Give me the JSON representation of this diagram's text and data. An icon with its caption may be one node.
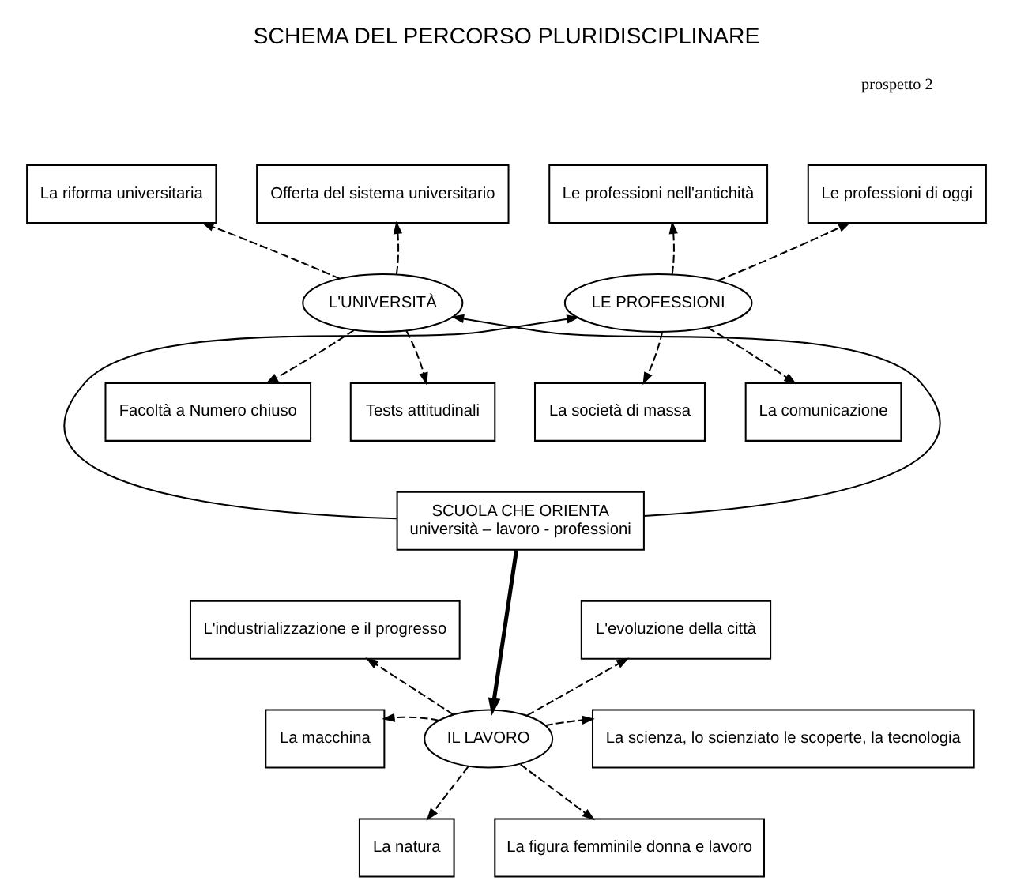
{
  "diagram": {
    "title": "SCHEMA DEL PERCORSO PLURIDISCIPLINARE",
    "nodes": [
      {
        "text": [
          "La riforma universitaria"
        ]
      },
      {
        "text": [
          "Offerta del sistema universitario"
        ]
      },
      {
        "text": [
          "Le professioni nell'antichità"
        ]
      },
      {
        "text": [
          "Le professioni di oggi"
        ]
      },
      {
        "text": [
          "L'UNIVERSITÀ"
        ]
      },
      {
        "text": [
          "LE PROFESSIONI"
        ]
      },
      {
        "text": [
          "Facoltà a Numero chiuso"
        ]
      },
      {
        "text": [
          "Tests attitudinali"
        ]
      },
      {
        "text": [
          "La società di massa"
        ]
      },
      {
        "text": [
          "La comunicazione"
        ]
      },
      {
        "text": [
          "SCUOLA CHE ORIENTA",
          "università – lavoro - professioni"
        ]
      },
      {
        "text": [
          "L'industrializzazione e il progresso"
        ]
      },
      {
        "text": [
          "L'evoluzione della città"
        ]
      },
      {
        "text": [
          "La macchina"
        ]
      },
      {
        "text": [
          "IL LAVORO"
        ]
      },
      {
        "text": [
          "La scienza, lo scienziato le scoperte, la tecnologia"
        ]
      },
      {
        "text": [
          "La natura"
        ]
      },
      {
        "text": [
          "La figura femminile donna e lavoro"
        ]
      }
    ],
    "edges": [
      {
        "from": 4,
        "to": 0,
        "arrow": "to",
        "style": "dashed"
      },
      {
        "from": 4,
        "to": 1,
        "arrow": "to",
        "style": "dashed"
      },
      {
        "from": 5,
        "to": 2,
        "arrow": "to",
        "style": "dashed"
      },
      {
        "from": 5,
        "to": 3,
        "arrow": "to",
        "style": "dashed"
      },
      {
        "from": 4,
        "to": 6,
        "arrow": "to",
        "style": "dashed"
      },
      {
        "from": 4,
        "to": 7,
        "arrow": "to",
        "style": "dashed"
      },
      {
        "from": 5,
        "to": 8,
        "arrow": "to",
        "style": "dashed"
      },
      {
        "from": 5,
        "to": 9,
        "arrow": "to",
        "style": "dashed"
      },
      {
        "from": 10,
        "to": 4,
        "arrow": "to"
      },
      {
        "from": 10,
        "to": 5,
        "arrow": "to"
      },
      {
        "from": 10,
        "to": 14,
        "arrow": "to",
        "style": "thick"
      },
      {
        "from": 14,
        "to": 11,
        "arrow": "to",
        "style": "dashed"
      },
      {
        "from": 14,
        "to": 13,
        "arrow": "to",
        "style": "dashed"
      },
      {
        "from": 14,
        "to": 16,
        "arrow": "to",
        "style": "dashed"
      },
      {
        "from": 14,
        "to": 12,
        "arrow": "to",
        "style": "dashed"
      },
      {
        "from": 14,
        "to": 15,
        "arrow": "to",
        "style": "dashed"
      },
      {
        "from": 14,
        "to": 17,
        "arrow": "to",
        "style": "dashed"
      }
    ],
    "labels": [
      "prospetto 2"
    ]
  }
}
